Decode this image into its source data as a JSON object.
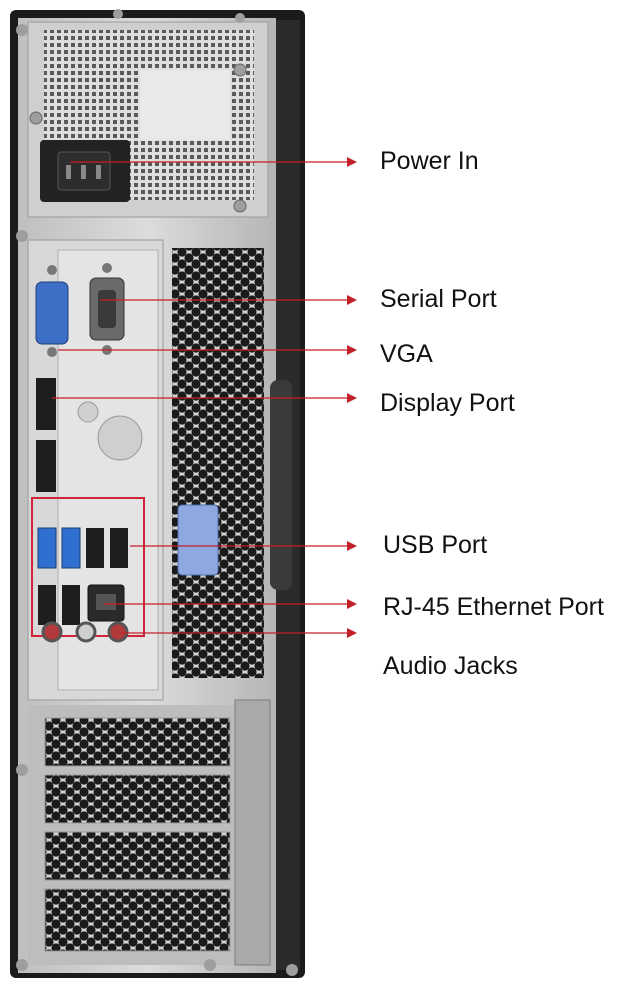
{
  "labels": {
    "power_in": "Power In",
    "serial_port": "Serial Port",
    "vga": "VGA",
    "display_port": "Display Port",
    "usb_port": "USB Port",
    "rj45": "RJ-45 Ethernet Port",
    "audio_jacks": "Audio Jacks"
  },
  "colors": {
    "callout_line": "#c4202a",
    "chassis_black": "#1b1b1b",
    "metal": "#c9c9c9",
    "vga_blue": "#3d6fc6",
    "usb3_blue": "#2f6fd0",
    "highlight_box": "#d0243a"
  }
}
